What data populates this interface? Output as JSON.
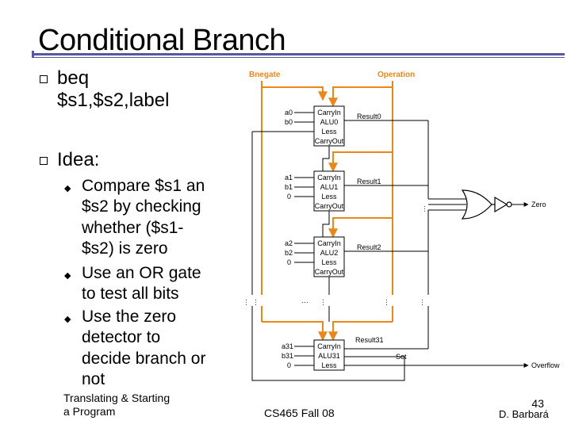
{
  "slide": {
    "title": "Conditional Branch",
    "bullets": [
      {
        "text_line1": "beq",
        "text_line2": "$s1,$s2,label"
      },
      {
        "text": "Idea:"
      }
    ],
    "sub_bullets": [
      {
        "lines": [
          "Compare $s1 an",
          "$s2 by checking",
          "whether ($s1-",
          "$s2) is zero"
        ]
      },
      {
        "lines": [
          "Use an OR gate",
          "to test all bits"
        ]
      },
      {
        "lines": [
          "Use the zero",
          "detector to",
          "decide branch or",
          "not"
        ]
      }
    ],
    "footer": {
      "left_line1": "Translating & Starting",
      "left_line2": "a Program",
      "center": "CS465 Fall 08",
      "page": "43",
      "author": "D. Barbará"
    }
  },
  "diagram": {
    "colors": {
      "control_lines": "#e8881a",
      "wires": "#000000"
    },
    "control_labels": {
      "bnegate": "Bnegate",
      "operation": "Operation"
    },
    "alus": [
      {
        "a": "a0",
        "b": "b0",
        "lines": [
          "CarryIn",
          "ALU0",
          "Less",
          "CarryOut"
        ],
        "result": "Result0",
        "less_input": ""
      },
      {
        "a": "a1",
        "b": "b1",
        "lines": [
          "CarryIn",
          "ALU1",
          "Less",
          "CarryOut"
        ],
        "result": "Result1",
        "less_input": "0"
      },
      {
        "a": "a2",
        "b": "b2",
        "lines": [
          "CarryIn",
          "ALU2",
          "Less",
          "CarryOut"
        ],
        "result": "Result2",
        "less_input": "0"
      },
      {
        "a": "a31",
        "b": "b31",
        "lines": [
          "CarryIn",
          "ALU31",
          "Less",
          ""
        ],
        "result": "Result31",
        "less_input": "0"
      }
    ],
    "outputs": {
      "zero": "Zero",
      "set": "Set",
      "overflow": "Overflow"
    },
    "ellipsis": "…"
  }
}
